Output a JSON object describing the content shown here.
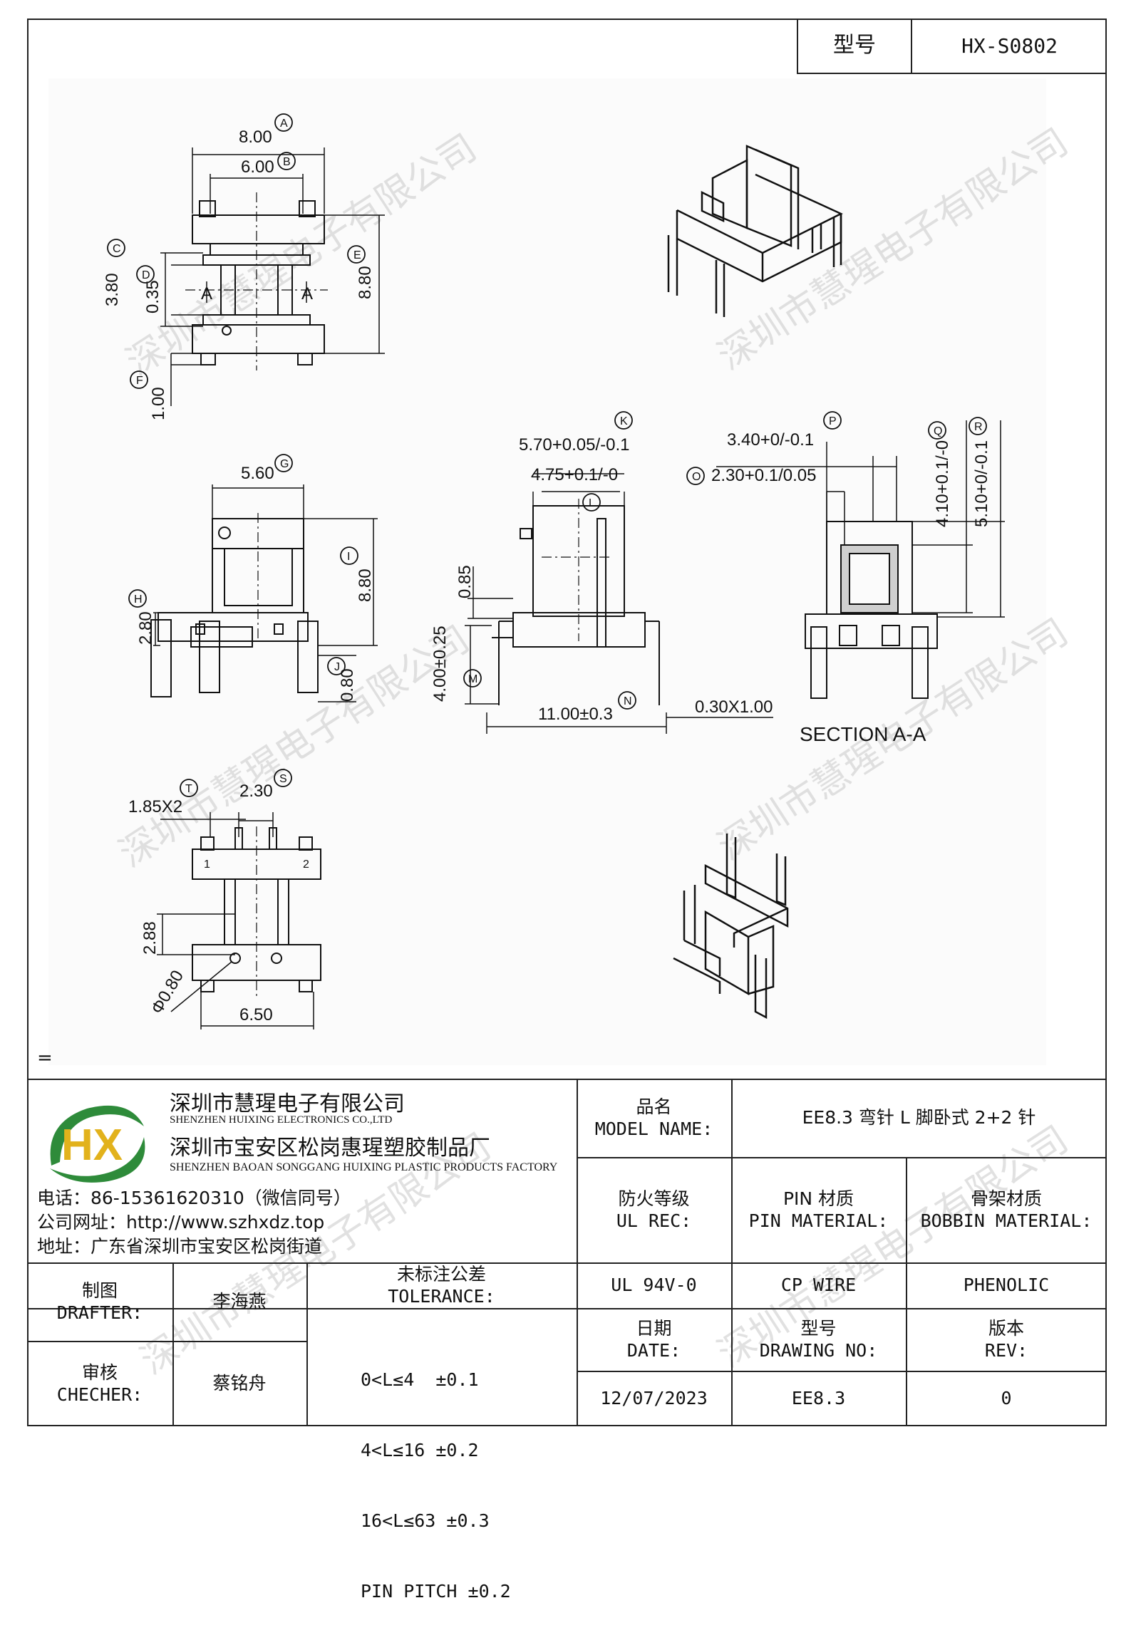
{
  "header": {
    "model_label": "型号",
    "model_value": "HX-S0802"
  },
  "drawing": {
    "dims": {
      "top_a": "8.00",
      "top_b": "6.00",
      "top_c": "3.80",
      "top_d": "0.35",
      "top_e": "8.80",
      "top_f": "1.00",
      "section_mark": "A",
      "mid_g": "5.60",
      "mid_h": "2.80",
      "mid_i": "8.80",
      "mid_j": "0.80",
      "fr_k": "5.70+0.05/-0.1",
      "fr_l": "4.75+0.1/-0",
      "fr_m": "0.85",
      "fr_n": "4.00±0.25",
      "fr_o": "11.00±0.3",
      "fr_wire": "0.30X1.00",
      "sec_p": "3.40+0/-0.1",
      "sec_q": "2.30+0.1/0.05",
      "sec_r": "4.10+0.1/-0",
      "sec_s": "5.10+0/-0.1",
      "section_title": "SECTION A-A",
      "bot_t": "1.85X2",
      "bot_u": "2.30",
      "bot_v": "2.88",
      "bot_w": "Φ0.80",
      "bot_x": "6.50",
      "pin1": "1",
      "pin2": "2"
    },
    "circle_letters": [
      "A",
      "B",
      "C",
      "D",
      "E",
      "F",
      "G",
      "H",
      "I",
      "J",
      "K",
      "L",
      "M",
      "N",
      "O",
      "P",
      "Q",
      "R",
      "S",
      "T"
    ]
  },
  "watermark": "深圳市慧瑆电子有限公司",
  "stray_mark": "=",
  "company": {
    "name_cn": "深圳市慧瑆电子有限公司",
    "name_en": "SHENZHEN HUIXING ELECTRONICS CO.,LTD",
    "factory_cn": "深圳市宝安区松岗惠瑆塑胶制品厂",
    "factory_en": "SHENZHEN BAOAN SONGGANG HUIXING PLASTIC PRODUCTS FACTORY",
    "phone": "电话：86-15361620310（微信同号）",
    "website": "公司网址：http://www.szhxdz.top",
    "address": "地址：广东省深圳市宝安区松岗街道",
    "logo_text": "HX",
    "colors": {
      "logo_green": "#2e8b3a",
      "logo_yellow": "#e2b21c"
    }
  },
  "title_block": {
    "model_name_cn": "品名",
    "model_name_en": "MODEL NAME:",
    "model_name_value": "EE8.3 弯针 L 脚卧式 2+2 针",
    "ul_cn": "防火等级",
    "ul_en": "UL REC:",
    "pin_cn": "PIN 材质",
    "pin_en": "PIN MATERIAL:",
    "bobbin_cn": "骨架材质",
    "bobbin_en": "BOBBIN MATERIAL:",
    "ul_value": "UL 94V-0",
    "pin_value": "CP WIRE",
    "bobbin_value": "PHENOLIC",
    "drafter_cn": "制图",
    "drafter_en": "DRAFTER:",
    "drafter_name": "李海燕",
    "checker_cn": "审核",
    "checker_en": "CHECHER:",
    "checker_name": "蔡铭舟",
    "tolerance_cn": "未标注公差",
    "tolerance_en": "TOLERANCE:",
    "tolerance_lines": [
      "0<L≤4  ±0.1",
      "4<L≤16 ±0.2",
      "16<L≤63 ±0.3",
      "PIN PITCH ±0.2"
    ],
    "date_cn": "日期",
    "date_en": "DATE:",
    "date_value": "12/07/2023",
    "drawing_no_cn": "型号",
    "drawing_no_en": "DRAWING NO:",
    "drawing_no_value": "EE8.3",
    "rev_cn": "版本",
    "rev_en": "REV:",
    "rev_value": "0"
  }
}
